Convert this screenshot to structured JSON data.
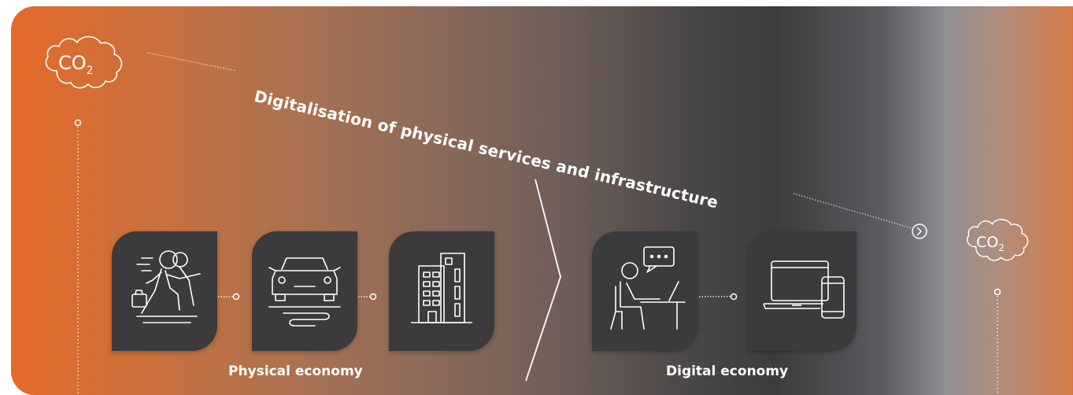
{
  "banner": {
    "text": "Digitalisation of physical services and infrastructure"
  },
  "co2": {
    "left": "CO",
    "left_sub": "2",
    "right": "CO",
    "right_sub": "2"
  },
  "groups": {
    "physical_label": "Physical economy",
    "digital_label": "Digital economy"
  },
  "cards": [
    {
      "icon": "commuters-icon"
    },
    {
      "icon": "car-icon"
    },
    {
      "icon": "office-building-icon"
    },
    {
      "icon": "remote-worker-icon"
    },
    {
      "icon": "laptop-phone-icon"
    }
  ],
  "colors": {
    "start": "#e46a2a",
    "dark": "#3c3c3e",
    "card": "#3b3a3c",
    "end": "#d47a45",
    "line": "#ffffff"
  }
}
